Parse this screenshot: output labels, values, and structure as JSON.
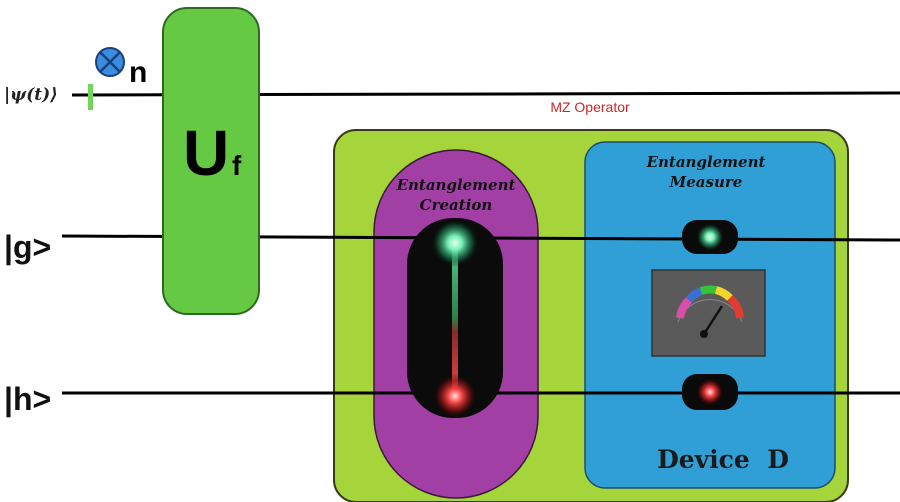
{
  "inputs": {
    "psi": "|ψ(t)⟩",
    "g": "|g>",
    "h": "|h>"
  },
  "gate": {
    "main": "U",
    "sub": "f"
  },
  "measure_marker": {
    "label": "n",
    "icon": "circled-x-icon"
  },
  "mz_operator": {
    "label": "MZ  Operator"
  },
  "creation": {
    "line1": "Entanglement",
    "line2": "Creation"
  },
  "measure": {
    "line1": "Entanglement",
    "line2": "Measure"
  },
  "device": {
    "label": "Device  D"
  },
  "colors": {
    "uf_box": "#66c944",
    "panel": "#a6d43b",
    "creation_box": "#a13fa5",
    "measure_box": "#2f9fd6",
    "accent_green_line": "#6fd55a",
    "mz_label": "#c62828"
  }
}
